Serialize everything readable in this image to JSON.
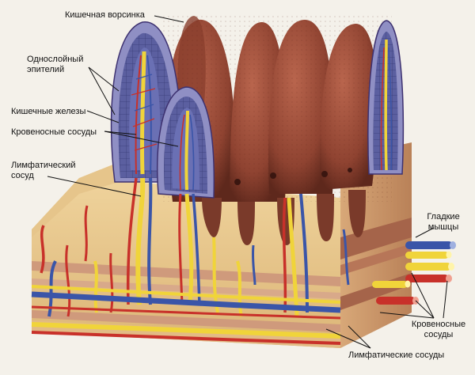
{
  "labels": {
    "villus": "Кишечная ворсинка",
    "epithelium_line1": "Однослойный",
    "epithelium_line2": "эпителий",
    "glands": "Кишечные железы",
    "blood_vessels_left": "Кровеносные сосуды",
    "lymph_vessel_line1": "Лимфатический",
    "lymph_vessel_line2": "сосуд",
    "smooth_muscle_line1": "Гладкие",
    "smooth_muscle_line2": "мышцы",
    "blood_vessels_right_line1": "Кровеносные",
    "blood_vessels_right_line2": "сосуды",
    "lymph_vessels_bottom": "Лимфатические сосуды"
  },
  "colors": {
    "villus": "#9a4a36",
    "villus_shade": "#6e2e20",
    "tissue": "#e9c98f",
    "muscle_band": "#c98f73",
    "section_blue": "#5a5f9c",
    "artery": "#c8312a",
    "vein": "#3a55a8",
    "lymph": "#f0d43a"
  }
}
